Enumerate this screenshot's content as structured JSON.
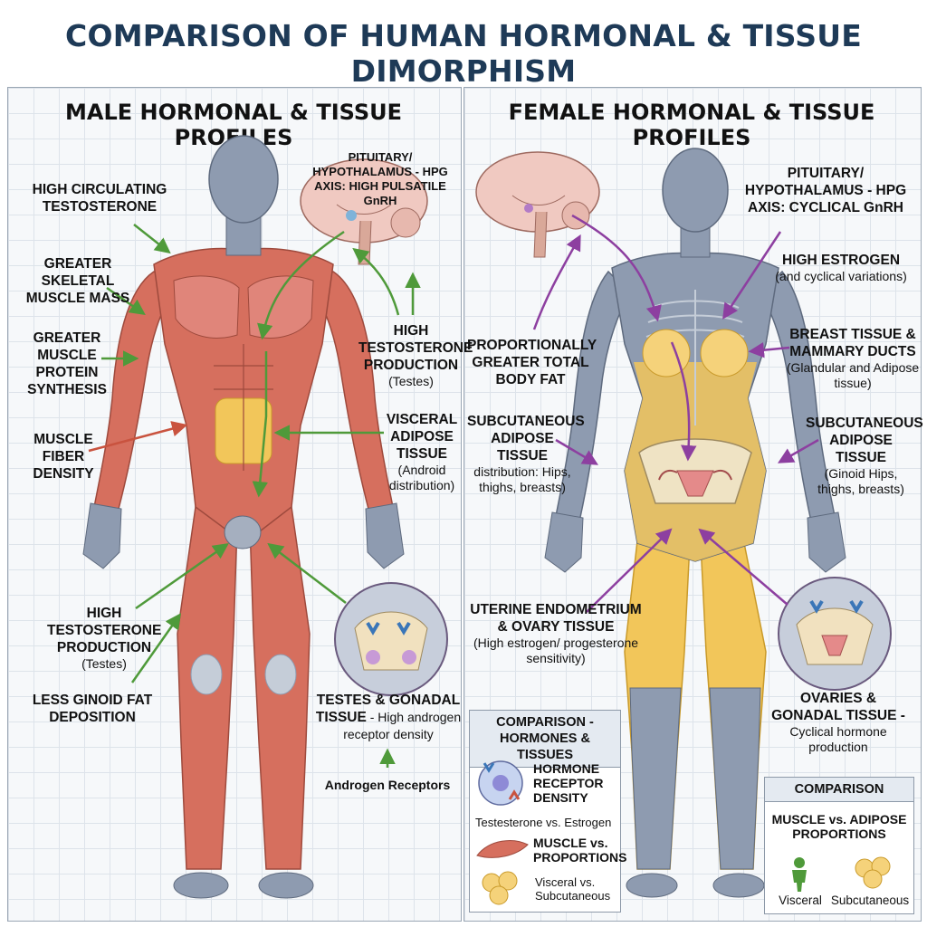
{
  "title": "COMPARISON OF HUMAN HORMONAL & TISSUE DIMORPHISM",
  "male": {
    "heading": "MALE HORMONAL & TISSUE PROFILES",
    "labels": {
      "testosterone_circ": "HIGH CIRCULATING TESTOSTERONE",
      "skeletal_muscle": "GREATER SKELETAL MUSCLE MASS",
      "protein_synthesis": "GREATER MUSCLE PROTEIN SYNTHESIS",
      "fiber_density": "MUSCLE FIBER DENSITY",
      "pituitary": "PITUITARY/ HYPOTHALAMUS - HPG AXIS: HIGH PULSATILE GnRH",
      "testo_prod_upper": "HIGH TESTOSTERONE PRODUCTION",
      "testo_prod_upper_sub": "(Testes)",
      "visceral": "VISCERAL ADIPOSE TISSUE",
      "visceral_sub": "(Android distribution)",
      "testo_prod_lower": "HIGH TESTOSTERONE PRODUCTION",
      "testo_prod_lower_sub": "(Testes)",
      "ginoid": "LESS GINOID FAT DEPOSITION",
      "testes_gonadal": "TESTES & GONADAL TISSUE",
      "testes_gonadal_sub": " - High androgen receptor density",
      "androgen_receptors": "Androgen Receptors"
    }
  },
  "female": {
    "heading": "FEMALE HORMONAL & TISSUE PROFILES",
    "labels": {
      "pituitary": "PITUITARY/ HYPOTHALAMUS - HPG AXIS: CYCLICAL GnRH",
      "estrogen": "HIGH ESTROGEN",
      "estrogen_sub": "(and cyclical variations)",
      "body_fat": "PROPORTIONALLY GREATER TOTAL BODY FAT",
      "breast": "BREAST TISSUE & MAMMARY DUCTS",
      "breast_sub": "(Glandular and Adipose tissue)",
      "subq_left": "SUBCUTANEOUS ADIPOSE TISSUE",
      "subq_left_sub": "distribution: Hips, thighs, breasts)",
      "subq_right": "SUBCUTANEOUS ADIPOSE TISSUE",
      "subq_right_sub": "(Ginoid Hips, thighs, breasts)",
      "uterine": "UTERINE ENDOMETRIUM & OVARY TISSUE",
      "uterine_sub": "(High estrogen/ progesterone sensitivity)",
      "ovaries": "OVARIES & GONADAL TISSUE -",
      "ovaries_sub": "Cyclical hormone production"
    }
  },
  "comparison_box_1": {
    "heading": "COMPARISON - HORMONES & TISSUES",
    "receptor": "HORMONE RECEPTOR DENSITY",
    "receptor_sub": "Testesterone vs. Estrogen",
    "muscle": "MUSCLE vs. PROPORTIONS",
    "fat": "Visceral vs. Subcutaneous"
  },
  "comparison_box_2": {
    "heading": "COMPARISON",
    "subtitle": "MUSCLE vs. ADIPOSE PROPORTIONS",
    "visceral": "Visceral",
    "subcutaneous": "Subcutaneous"
  },
  "colors": {
    "title": "#1e3a57",
    "male_arrow": "#4f9a3a",
    "female_arrow": "#8d3fa0",
    "muscle": "#d66f5e",
    "skin": "#8e9bb0",
    "fat": "#f2c65a"
  }
}
